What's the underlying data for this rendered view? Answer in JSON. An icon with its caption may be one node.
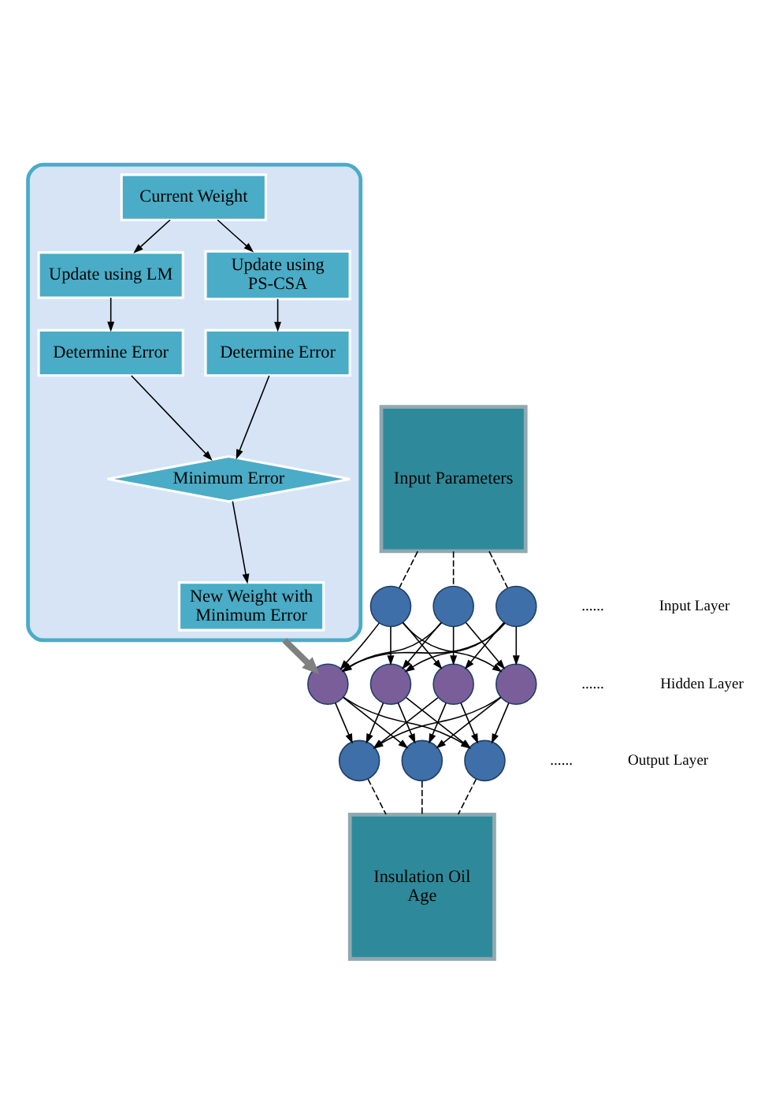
{
  "diagram": {
    "nodes": [
      {
        "text": [],
        "shape": "box"
      },
      {
        "text": [
          "Current Weight"
        ],
        "in": 0
      },
      {
        "text": [
          "Update using LM"
        ],
        "in": 0
      },
      {
        "text": [
          "Update using PS-CSA"
        ],
        "in": 0
      },
      {
        "text": [
          "Determine Error"
        ],
        "in": 0
      },
      {
        "text": [
          "Determine Error"
        ],
        "in": 0
      },
      {
        "text": [
          "Minimum Error"
        ],
        "in": 0
      },
      {
        "text": [
          "New Weight with Minimum Error"
        ],
        "in": 0
      },
      {
        "text": [
          "Input Parameters"
        ]
      },
      {
        "text": [],
        "shape": "circle"
      },
      {
        "text": [],
        "shape": "circle"
      },
      {
        "text": [],
        "shape": "circle"
      },
      {
        "text": [],
        "shape": "circle"
      },
      {
        "text": [],
        "shape": "circle"
      },
      {
        "text": [],
        "shape": "circle"
      },
      {
        "text": [],
        "shape": "circle"
      },
      {
        "text": [],
        "shape": "circle"
      },
      {
        "text": [],
        "shape": "circle"
      },
      {
        "text": [],
        "shape": "circle"
      },
      {
        "text": [
          "Insulation Oil Age"
        ]
      }
    ],
    "edges": [
      {
        "from": 1,
        "to": 2,
        "arrow": "to"
      },
      {
        "from": 1,
        "to": 3,
        "arrow": "to"
      },
      {
        "from": 2,
        "to": 4,
        "arrow": "to"
      },
      {
        "from": 3,
        "to": 5,
        "arrow": "to"
      },
      {
        "from": 4,
        "to": 6,
        "arrow": "to"
      },
      {
        "from": 5,
        "to": 6,
        "arrow": "to"
      },
      {
        "from": 6,
        "to": 7,
        "arrow": "to"
      },
      {
        "from": 0,
        "to": 12,
        "arrow": "to",
        "style": "thick",
        "color": "#808080"
      },
      {
        "from": 8,
        "to": 9,
        "arrow": "none",
        "style": "dashed"
      },
      {
        "from": 8,
        "to": 10,
        "arrow": "none",
        "style": "dashed"
      },
      {
        "from": 8,
        "to": 11,
        "arrow": "none",
        "style": "dashed"
      },
      {
        "from": 9,
        "to": 12,
        "arrow": "to"
      },
      {
        "from": 9,
        "to": 13,
        "arrow": "to"
      },
      {
        "from": 9,
        "to": 14,
        "arrow": "to"
      },
      {
        "from": 9,
        "to": 15,
        "arrow": "to"
      },
      {
        "from": 10,
        "to": 12,
        "arrow": "to"
      },
      {
        "from": 10,
        "to": 13,
        "arrow": "to"
      },
      {
        "from": 10,
        "to": 14,
        "arrow": "to"
      },
      {
        "from": 10,
        "to": 15,
        "arrow": "to"
      },
      {
        "from": 11,
        "to": 12,
        "arrow": "to"
      },
      {
        "from": 11,
        "to": 13,
        "arrow": "to"
      },
      {
        "from": 11,
        "to": 14,
        "arrow": "to"
      },
      {
        "from": 11,
        "to": 15,
        "arrow": "to"
      },
      {
        "from": 12,
        "to": 16,
        "arrow": "to"
      },
      {
        "from": 12,
        "to": 17,
        "arrow": "to"
      },
      {
        "from": 12,
        "to": 18,
        "arrow": "to"
      },
      {
        "from": 13,
        "to": 16,
        "arrow": "to"
      },
      {
        "from": 13,
        "to": 17,
        "arrow": "to"
      },
      {
        "from": 13,
        "to": 18,
        "arrow": "to"
      },
      {
        "from": 14,
        "to": 16,
        "arrow": "to"
      },
      {
        "from": 14,
        "to": 17,
        "arrow": "to"
      },
      {
        "from": 14,
        "to": 18,
        "arrow": "to"
      },
      {
        "from": 15,
        "to": 16,
        "arrow": "to"
      },
      {
        "from": 15,
        "to": 17,
        "arrow": "to"
      },
      {
        "from": 15,
        "to": 18,
        "arrow": "to"
      },
      {
        "from": 16,
        "to": 19,
        "arrow": "none",
        "style": "dashed"
      },
      {
        "from": 17,
        "to": 19,
        "arrow": "none",
        "style": "dashed"
      },
      {
        "from": 18,
        "to": 19,
        "arrow": "none",
        "style": "dashed"
      }
    ],
    "labels": [
      "......",
      "......",
      "......",
      "Input Layer",
      "Hidden Layer",
      "Output Layer"
    ]
  }
}
